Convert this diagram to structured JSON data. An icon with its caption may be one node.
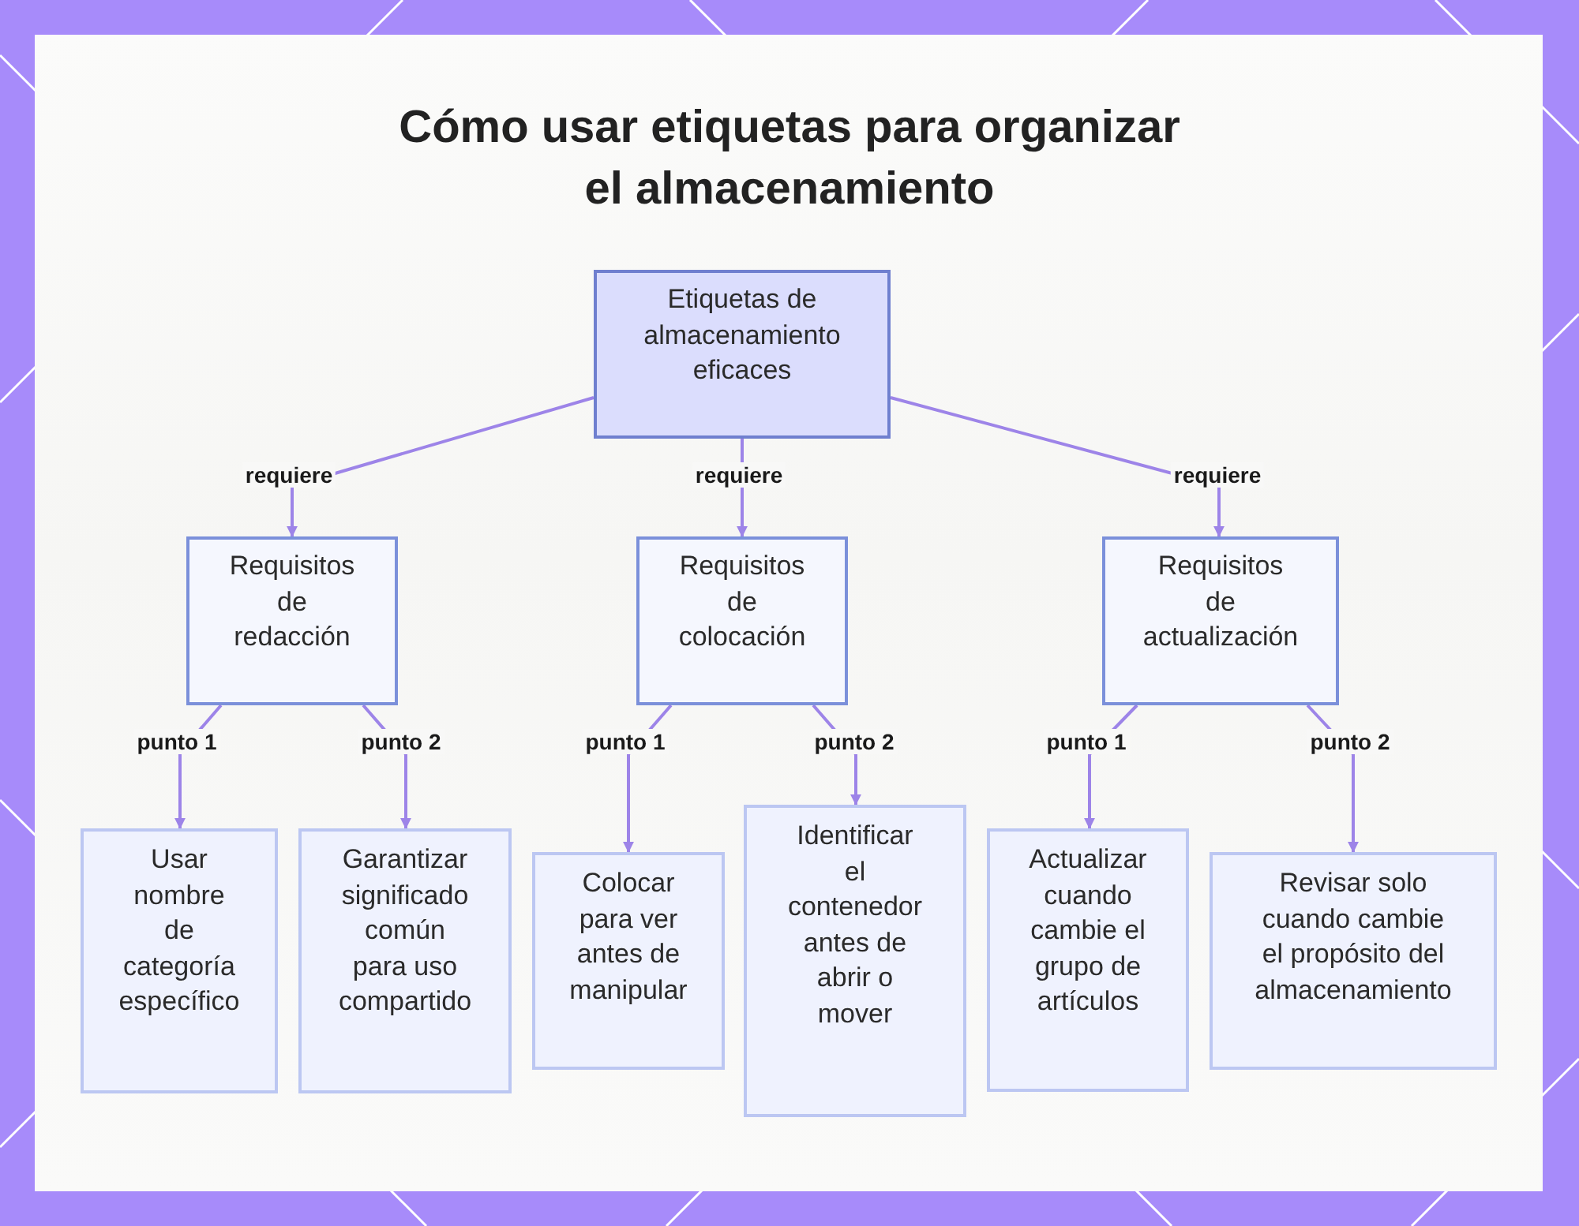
{
  "diagram": {
    "title": "Cómo usar etiquetas para organizar el almacenamiento",
    "nodes": [
      {
        "text": [
          "Etiquetas de almacenamiento eficaces"
        ]
      },
      {
        "text": [
          "Requisitos de redacción"
        ]
      },
      {
        "text": [
          "Requisitos de colocación"
        ]
      },
      {
        "text": [
          "Requisitos de actualización"
        ]
      },
      {
        "text": [
          "Usar nombre de categoría específico"
        ]
      },
      {
        "text": [
          "Garantizar significado común para uso compartido"
        ]
      },
      {
        "text": [
          "Colocar para ver antes de manipular"
        ]
      },
      {
        "text": [
          "Identificar el contenedor antes de abrir o mover"
        ]
      },
      {
        "text": [
          "Actualizar cuando cambie el grupo de artículos"
        ]
      },
      {
        "text": [
          "Revisar solo cuando cambie el propósito del almacenamiento"
        ]
      }
    ],
    "edges": [
      {
        "from": 0,
        "to": 1,
        "arrow": "to",
        "label": "requiere"
      },
      {
        "from": 0,
        "to": 2,
        "arrow": "to",
        "label": "requiere"
      },
      {
        "from": 0,
        "to": 3,
        "arrow": "to",
        "label": "requiere"
      },
      {
        "from": 1,
        "to": 4,
        "arrow": "to",
        "label": "punto 1"
      },
      {
        "from": 1,
        "to": 5,
        "arrow": "to",
        "label": "punto 2"
      },
      {
        "from": 2,
        "to": 6,
        "arrow": "to",
        "label": "punto 1"
      },
      {
        "from": 2,
        "to": 7,
        "arrow": "to",
        "label": "punto 2"
      },
      {
        "from": 3,
        "to": 8,
        "arrow": "to",
        "label": "punto 1"
      },
      {
        "from": 3,
        "to": 9,
        "arrow": "to",
        "label": "punto 2"
      }
    ]
  }
}
